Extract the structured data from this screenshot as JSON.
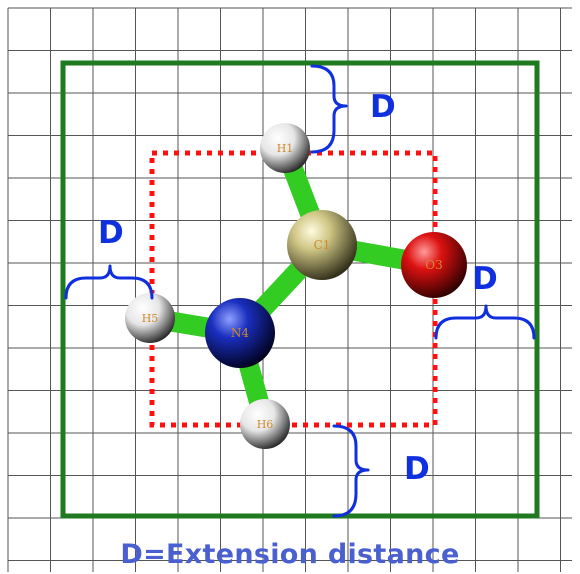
{
  "caption": "D=Extension distance",
  "d_label": "D",
  "atoms": {
    "c1": "C1",
    "o3": "O3",
    "n4": "N4",
    "h_top": "H1",
    "h_left": "H5",
    "h_bottom": "H6"
  },
  "colors": {
    "grid": "#555555",
    "outer_box": "#1f7a1f",
    "inner_box": "#ff1010",
    "annotation": "#1030e0",
    "caption": "#4a5fd0",
    "bond": "#33cc22",
    "carbon": "#c8c07a",
    "oxygen": "#dd1111",
    "nitrogen": "#1a2fbf",
    "hydrogen": "#eeeeee",
    "atom_label": "#d08a2a"
  }
}
